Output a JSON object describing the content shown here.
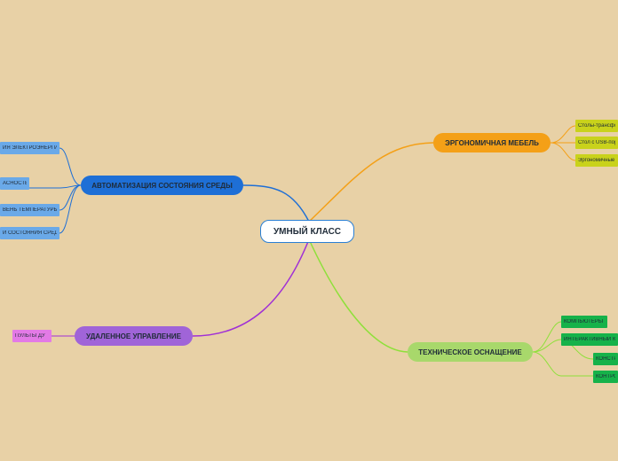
{
  "center": {
    "label": "УМНЫЙ КЛАСС"
  },
  "branches": {
    "furniture": {
      "label": "ЭРГОНОМИЧНАЯ МЕБЕЛЬ",
      "color": "#f4a017",
      "leaf_color": "#c9d21b",
      "items": [
        "Столы-трансфо",
        "Стол с USB-пор",
        "Эргономичные"
      ]
    },
    "tech": {
      "label": "ТЕХНИЧЕСКОЕ ОСНАЩЕНИЕ",
      "color": "#8ee03a",
      "leaf_color": "#16b24a",
      "items": [
        "КОМПЬЮТЕРЫ",
        "ИНТЕРАКТИВНЫЙ КО",
        "КОНСТР",
        "КОНТРО"
      ]
    },
    "automation": {
      "label": "АВТОМАТИЗАЦИЯ СОСТОЯНИЯ СРЕДЫ",
      "color": "#1e6fd6",
      "leaf_color": "#6aa9e8",
      "items": [
        "ИЯ ЭЛЕКТРОЭНЕРГИИ",
        "АСНОСТЬ",
        "ВЕНЬ ТЕМПЕРАТУРЫ",
        "Й СОСТОЯНИЯ СРЕДЫ"
      ]
    },
    "remote": {
      "label": "УДАЛЕННОЕ УПРАВЛЕНИЕ",
      "color": "#a02fd6",
      "leaf_color": "#e37ae6",
      "items": [
        "ПУЛЬТЫ ДУ"
      ]
    }
  }
}
